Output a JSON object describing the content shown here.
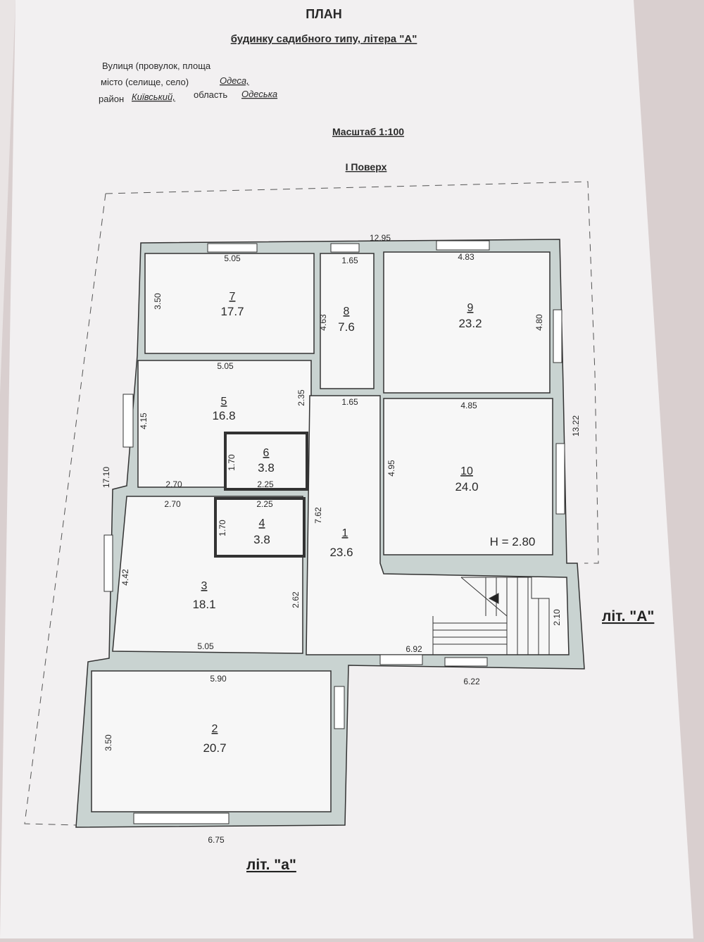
{
  "header": {
    "title": "ПЛАН",
    "subtitle": "будинку садибного типу, літера \"А\"",
    "street_line": "Вулиця (провулок, площа",
    "city_label": "місто (селище, село)",
    "city": "Одеса,",
    "district_label": "район",
    "district": "Київський,",
    "region_label": "область",
    "region": "Одеська",
    "scale": "Масштаб 1:100",
    "floor": "I Поверх"
  },
  "rooms": [
    {
      "number": "1",
      "area": "23.6"
    },
    {
      "number": "2",
      "area": "20.7"
    },
    {
      "number": "3",
      "area": "18.1"
    },
    {
      "number": "4",
      "area": "3.8"
    },
    {
      "number": "5",
      "area": "16.8"
    },
    {
      "number": "6",
      "area": "3.8"
    },
    {
      "number": "7",
      "area": "17.7"
    },
    {
      "number": "8",
      "area": "7.6"
    },
    {
      "number": "9",
      "area": "23.2"
    },
    {
      "number": "10",
      "area": "24.0"
    }
  ],
  "dimensions": {
    "overall_width": "12.95",
    "overall_height_left": "17.10",
    "overall_height_right": "13.22",
    "r7_w": "5.05",
    "r7_h": "3.50",
    "r8_w_top": "1.65",
    "r8_h": "4.63",
    "r8_w_bottom": "1.65",
    "r9_w": "4.83",
    "r9_h": "4.80",
    "r5_w": "5.05",
    "r5_h": "4.15",
    "r5_h2": "2.35",
    "r10_w": "4.85",
    "r10_h": "4.95",
    "r6_h": "1.70",
    "r6_w": "2.25",
    "r5_bottom_left": "2.70",
    "r3_top_left": "2.70",
    "r4_w": "2.25",
    "r4_h": "1.70",
    "r1_h": "7.62",
    "r3_h": "4.42",
    "r3_h2": "2.62",
    "r3_w": "5.05",
    "stairs_h": "2.10",
    "stairs_w": "6.92",
    "stairs_w2": "6.22",
    "r2_w_top": "5.90",
    "r2_h": "3.50",
    "r2_w_bottom": "6.75",
    "ceiling_height": "H = 2.80"
  },
  "labels": {
    "lit_A": "літ. \"А\"",
    "lit_a": "літ. \"а\""
  },
  "colors": {
    "wall": "#c9d3d1",
    "paper": "#f2f0f1"
  }
}
